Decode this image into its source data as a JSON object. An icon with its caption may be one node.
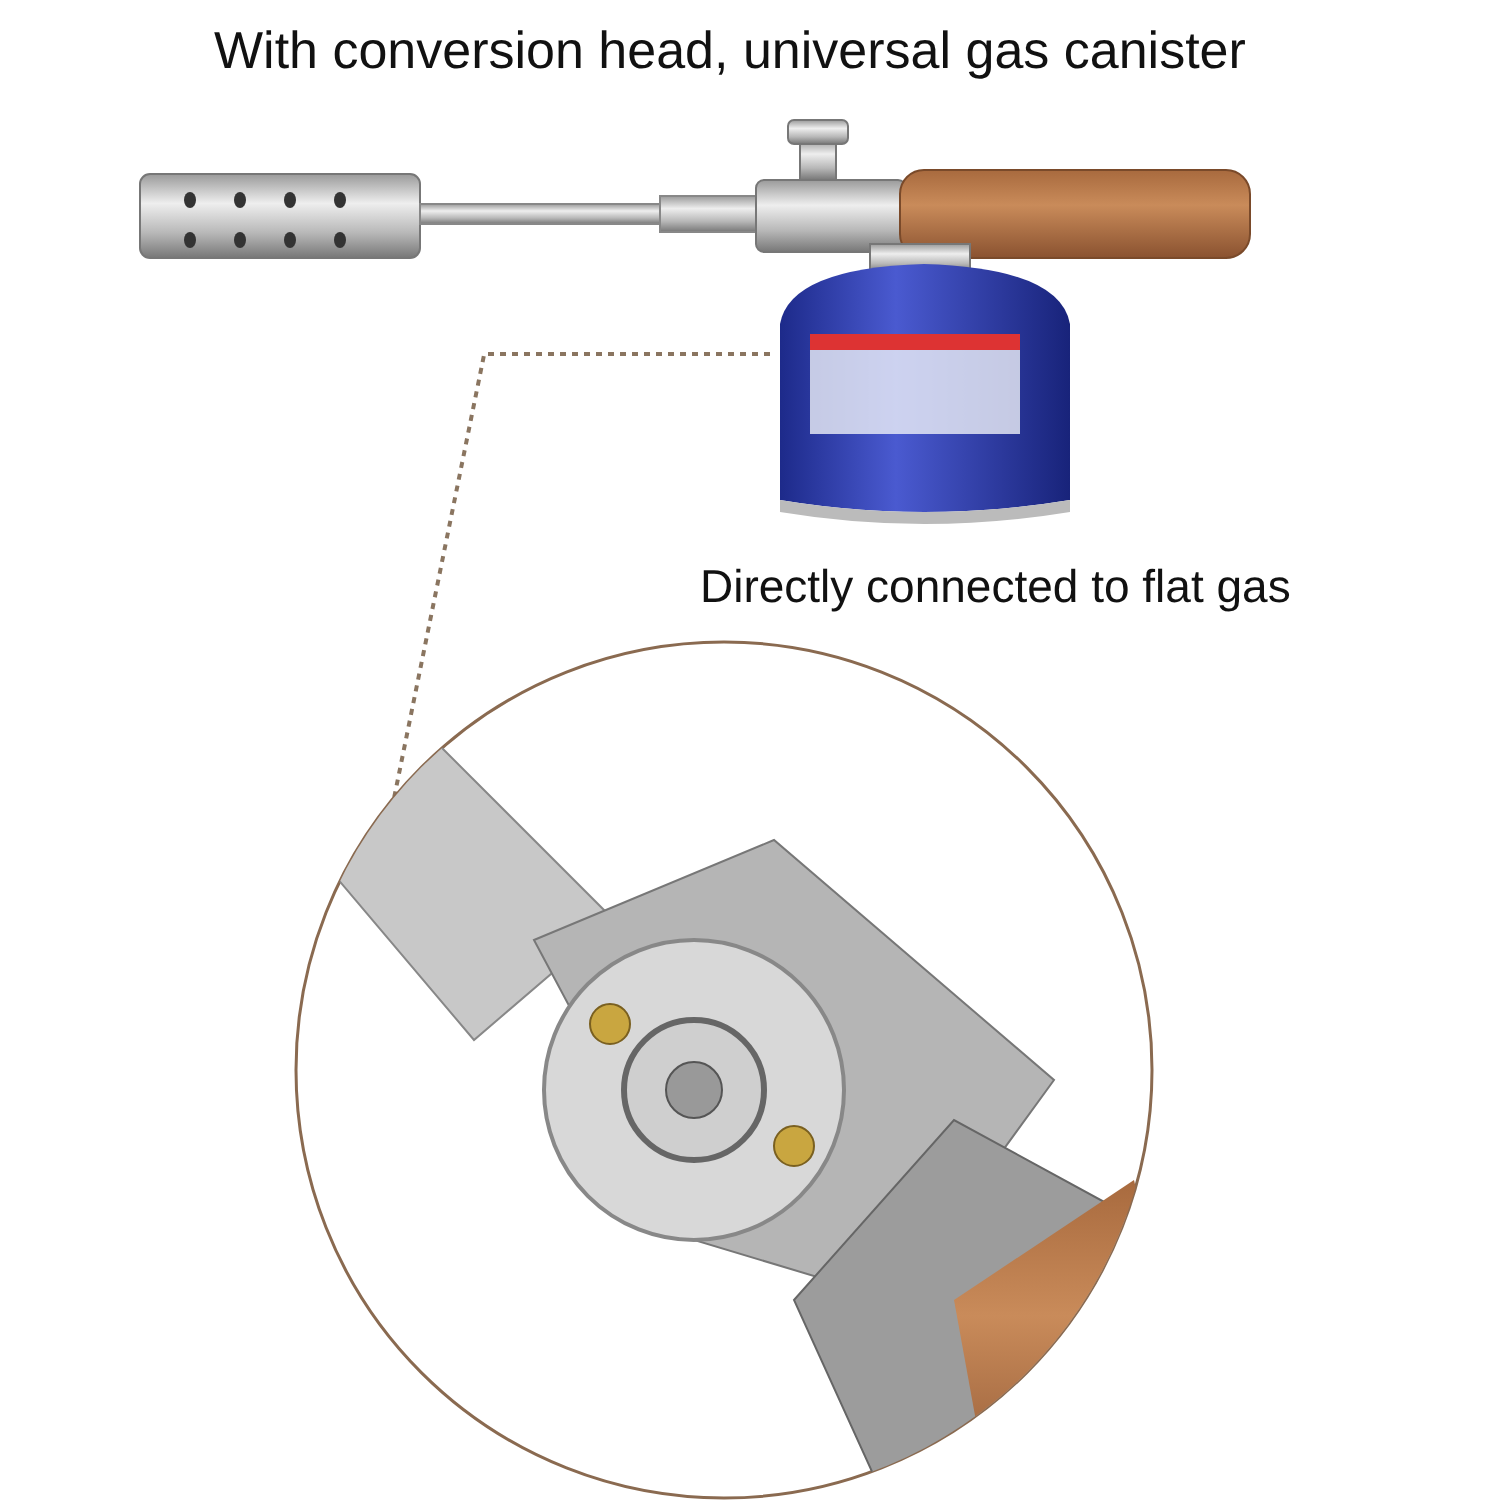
{
  "diagram": {
    "nodes": [
      {
        "text": [],
        "shape": "picture"
      },
      {
        "text": [],
        "shape": "picture"
      }
    ],
    "edges": [
      {
        "from": 0,
        "to": 1,
        "arrow": "none",
        "style": "dashed"
      }
    ],
    "labels": [
      "With conversion head, universal gas canister",
      "Directly connected to flat gas"
    ]
  }
}
